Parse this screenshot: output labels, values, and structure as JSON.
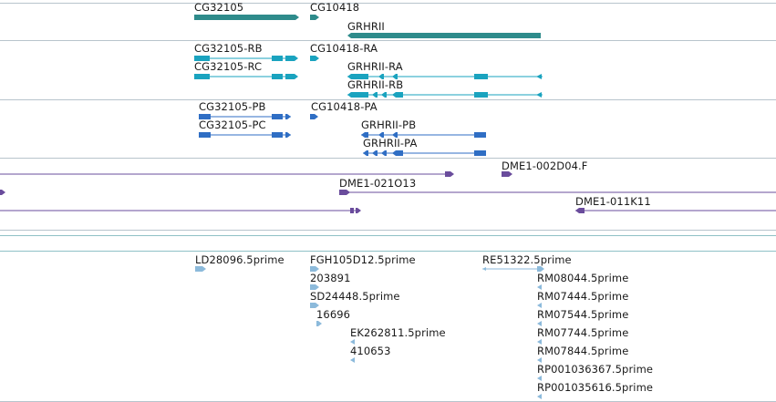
{
  "tracks": {
    "genes": [
      {
        "label": "CG32105"
      },
      {
        "label": "CG10418"
      },
      {
        "label": "GRHRII"
      }
    ],
    "transcripts": [
      {
        "label": "CG32105-RB"
      },
      {
        "label": "CG10418-RA"
      },
      {
        "label": "CG32105-RC"
      },
      {
        "label": "GRHRII-RA"
      },
      {
        "label": "GRHRII-RB"
      }
    ],
    "proteins": [
      {
        "label": "CG32105-PB"
      },
      {
        "label": "CG10418-PA"
      },
      {
        "label": "CG32105-PC"
      },
      {
        "label": "GRHRII-PB"
      },
      {
        "label": "GRHRII-PA"
      }
    ],
    "clones": [
      {
        "label": "DME1-002D04.F"
      },
      {
        "label": "DME1-021O13"
      },
      {
        "label": "DME1-011K11"
      }
    ],
    "ests": [
      {
        "label": "LD28096.5prime"
      },
      {
        "label": "FGH105D12.5prime"
      },
      {
        "label": "RE51322.5prime"
      },
      {
        "label": "203891"
      },
      {
        "label": "RM08044.5prime"
      },
      {
        "label": "SD24448.5prime"
      },
      {
        "label": "RM07444.5prime"
      },
      {
        "label": "16696"
      },
      {
        "label": "RM07544.5prime"
      },
      {
        "label": "EK262811.5prime"
      },
      {
        "label": "RM07744.5prime"
      },
      {
        "label": "410653"
      },
      {
        "label": "RM07844.5prime"
      },
      {
        "label": "RP001036367.5prime"
      },
      {
        "label": "RP001035616.5prime"
      }
    ]
  },
  "colors": {
    "gene": "#2e8b8b",
    "transcript": "#1aa3bf",
    "protein": "#2f6ec4",
    "clone": "#6a4c9c",
    "est": "#8cbadb"
  }
}
